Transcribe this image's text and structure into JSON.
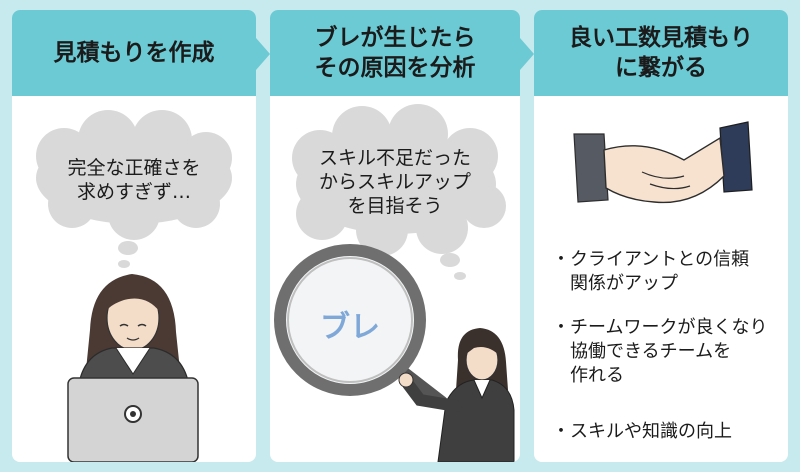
{
  "steps": [
    {
      "title_lines": [
        "見積もりを作成"
      ],
      "bubble_lines": [
        "完全な正確さを",
        "求めすぎず…"
      ]
    },
    {
      "title_lines": [
        "ブレが生じたら",
        "その原因を分析"
      ],
      "bubble_lines": [
        "スキル不足だった",
        "からスキルアップ",
        "を目指そう"
      ],
      "lens_text": "ブレ"
    },
    {
      "title_lines": [
        "良い工数見積もり",
        "に繋がる"
      ],
      "bullets": [
        {
          "lines": [
            "・クライアントとの信頼",
            "　関係がアップ"
          ]
        },
        {
          "lines": [
            "・チームワークが良くなり",
            "　協働できるチームを",
            "　作れる"
          ]
        },
        {
          "lines": [
            "・スキルや知識の向上"
          ]
        }
      ]
    }
  ],
  "colors": {
    "background": "#c7eaee",
    "header": "#6ccad4",
    "bubble": "#d9d9d9",
    "lens_text": "#7fa8d8"
  }
}
